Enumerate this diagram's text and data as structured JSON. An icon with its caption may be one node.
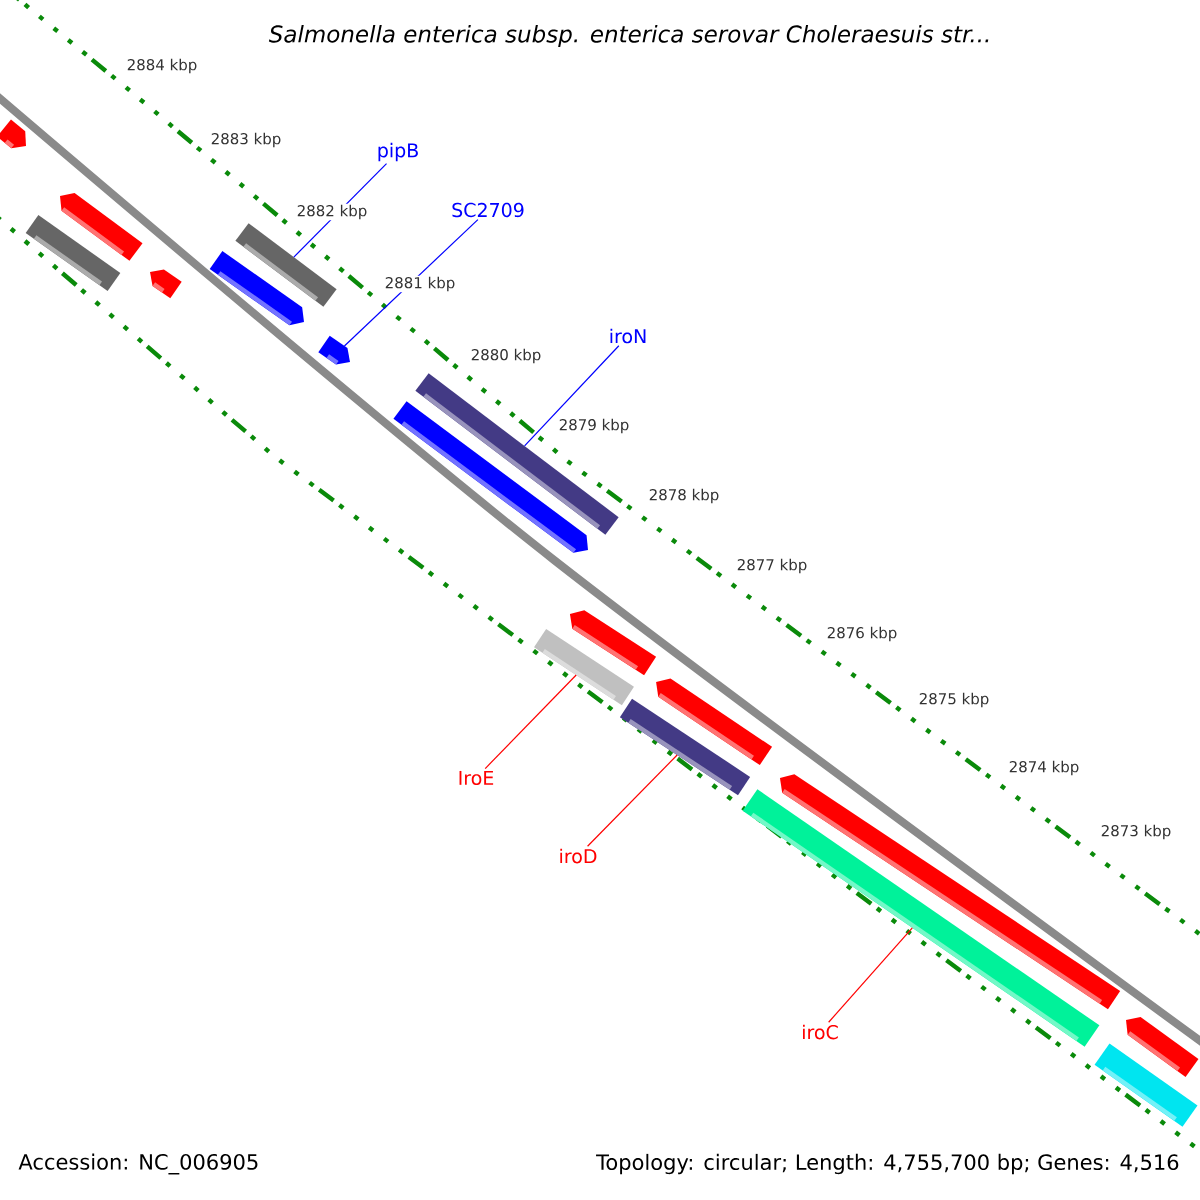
{
  "diagram": {
    "title": "Salmonella enterica subsp. enterica serovar Choleraesuis str...",
    "nodes": [
      {
        "text": [],
        "shape": "bar"
      },
      {
        "text": [],
        "shape": "bar"
      },
      {
        "text": [],
        "shape": "bar"
      },
      {
        "text": [],
        "shape": "bar"
      },
      {
        "text": [],
        "shape": "bar"
      },
      {
        "text": [],
        "shape": "bar"
      },
      {
        "text": [],
        "shape": "bar"
      },
      {
        "text": [],
        "shape": "bar"
      },
      {
        "text": [],
        "shape": "bar"
      },
      {
        "text": [],
        "shape": "bar"
      },
      {
        "text": [],
        "shape": "bar"
      },
      {
        "text": [],
        "shape": "bar"
      },
      {
        "text": [],
        "shape": "bar"
      },
      {
        "text": [],
        "shape": "bar"
      },
      {
        "text": [],
        "shape": "bar"
      },
      {
        "text": [],
        "shape": "bar"
      },
      {
        "text": [],
        "shape": "bar"
      },
      {
        "text": [
          "pipB"
        ]
      },
      {
        "text": [
          "SC2709"
        ]
      },
      {
        "text": [
          "iroN"
        ]
      },
      {
        "text": [
          "IroE"
        ]
      },
      {
        "text": [
          "iroD"
        ]
      },
      {
        "text": [
          "iroC"
        ]
      }
    ],
    "edges": [
      {
        "from": 17,
        "to": 5,
        "arrow": "none",
        "color": "#0000ff"
      },
      {
        "from": 18,
        "to": 6,
        "arrow": "none",
        "color": "#0000ff"
      },
      {
        "from": 19,
        "to": 8,
        "arrow": "none",
        "color": "#0000ff"
      },
      {
        "from": 20,
        "to": 10,
        "arrow": "none",
        "color": "#ff0000"
      },
      {
        "from": 21,
        "to": 12,
        "arrow": "none",
        "color": "#ff0000"
      },
      {
        "from": 22,
        "to": 14,
        "arrow": "none",
        "color": "#ff0000"
      }
    ],
    "labels": [
      "2884 kbp",
      "2883 kbp",
      "2882 kbp",
      "2881 kbp",
      "2880 kbp",
      "2879 kbp",
      "2878 kbp",
      "2877 kbp",
      "2876 kbp",
      "2875 kbp",
      "2874 kbp",
      "2873 kbp",
      "Accession: NC_006905",
      "Topology: circular; Length: 4,755,700 bp; Genes: 4,516"
    ]
  }
}
